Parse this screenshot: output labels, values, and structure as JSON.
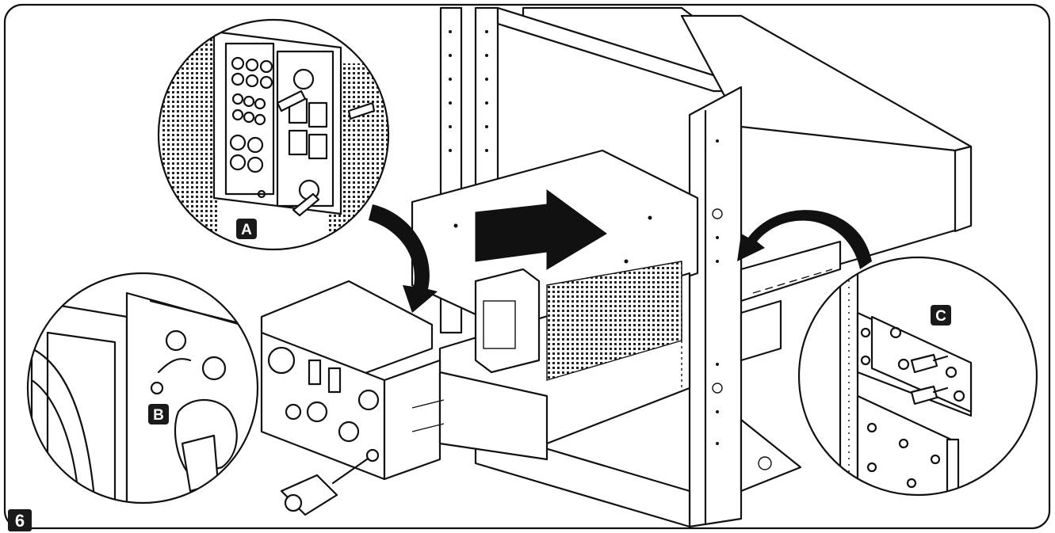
{
  "step_number": "6",
  "callouts": {
    "a": "A",
    "b": "B",
    "c": "C"
  },
  "colors": {
    "line": "#111111",
    "badge": "#1a1a1a",
    "background": "#ffffff"
  },
  "icons": {
    "insert_arrow": "arrow-left-icon",
    "callout_pointer": "curved-arrow-icon"
  }
}
